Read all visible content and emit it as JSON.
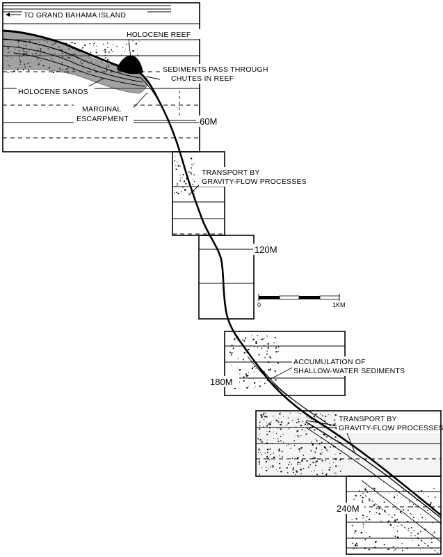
{
  "labels": {
    "grand_bahama": "TO GRAND BAHAMA ISLAND",
    "holocene_reef": "HOLOCENE REEF",
    "sediments_pass_1": "SEDIMENTS PASS THROUGH",
    "sediments_pass_2": "CHUTES IN REEF",
    "holocene_sands": "HOLOCENE SANDS",
    "marginal_1": "MARGINAL",
    "marginal_2": "ESCARPMENT",
    "transport_upper_1": "TRANSPORT BY",
    "transport_upper_2": "GRAVITY-FLOW PROCESSES",
    "accumulation_1": "ACCUMULATION OF",
    "accumulation_2": "SHALLOW-WATER SEDIMENTS",
    "transport_lower_1": "TRANSPORT BY",
    "transport_lower_2": "GRAVITY-FLOW PROCESSES"
  },
  "depth_markers": [
    "60M",
    "120M",
    "180M",
    "240M"
  ],
  "scale_bar": {
    "start_label": "0",
    "end_label": "1KM"
  },
  "colors": {
    "ink": "#000000",
    "paper": "#ffffff"
  }
}
